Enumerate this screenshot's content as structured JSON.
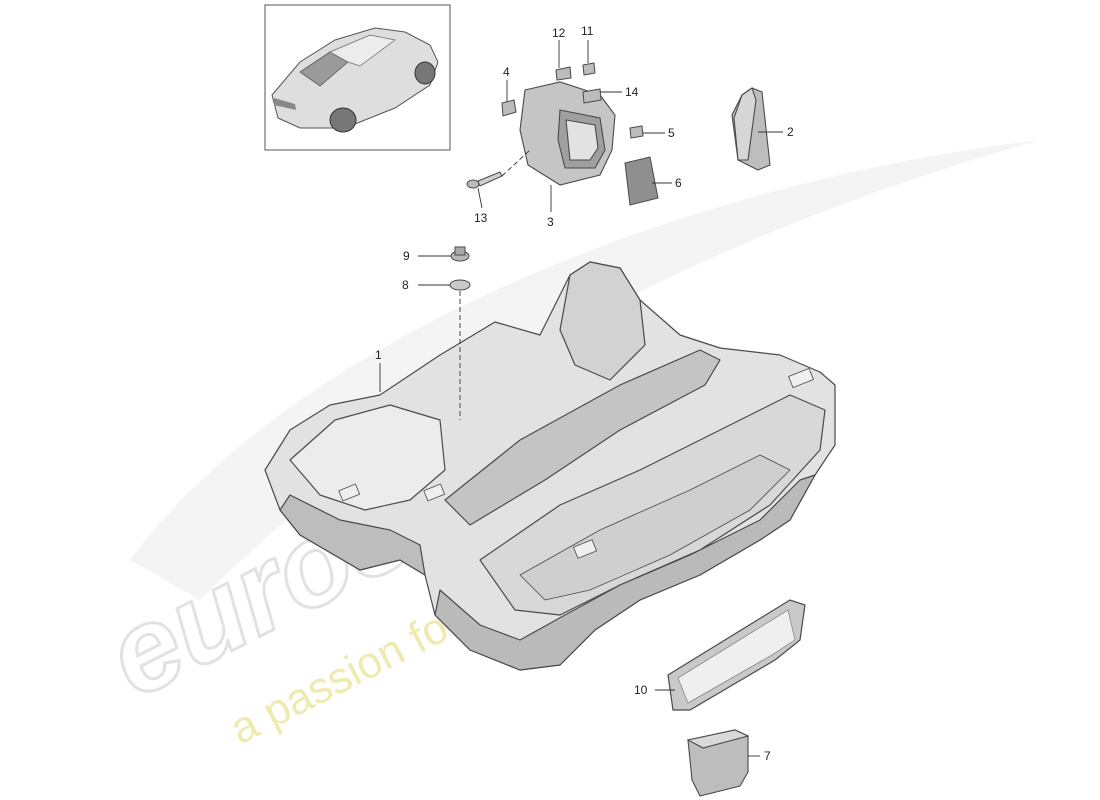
{
  "diagram": {
    "callouts": [
      {
        "id": "1",
        "label": "1"
      },
      {
        "id": "2",
        "label": "2"
      },
      {
        "id": "3",
        "label": "3"
      },
      {
        "id": "4",
        "label": "4"
      },
      {
        "id": "5",
        "label": "5"
      },
      {
        "id": "6",
        "label": "6"
      },
      {
        "id": "7",
        "label": "7"
      },
      {
        "id": "8",
        "label": "8"
      },
      {
        "id": "9",
        "label": "9"
      },
      {
        "id": "10",
        "label": "10"
      },
      {
        "id": "11",
        "label": "11"
      },
      {
        "id": "12",
        "label": "12"
      },
      {
        "id": "13",
        "label": "13"
      },
      {
        "id": "14",
        "label": "14"
      }
    ]
  },
  "watermark": {
    "logo_text": "eurospares",
    "tagline": "a passion for parts since 1985"
  },
  "colors": {
    "part_fill": "#e4e4e4",
    "part_dark": "#b9b9b9",
    "part_stroke": "#4a4a4a",
    "watermark_logo": "#e6e6e6",
    "watermark_tagline": "#efeab0"
  }
}
